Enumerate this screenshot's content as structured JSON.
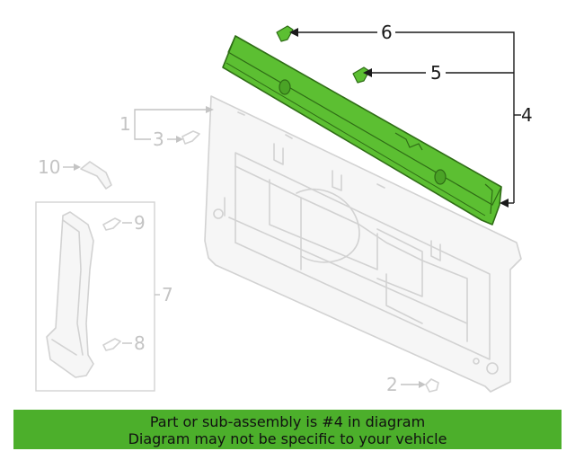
{
  "diagram": {
    "callouts": {
      "c1": "1",
      "c2": "2",
      "c3": "3",
      "c4": "4",
      "c5": "5",
      "c6": "6",
      "c7": "7",
      "c8": "8",
      "c9": "9",
      "c10": "10"
    },
    "highlight_color": "#5cbf32",
    "banner_color": "#4caf2b"
  },
  "banner": {
    "line1": "Part or sub-assembly is #4 in diagram",
    "line2": "Diagram may not be specific to your vehicle"
  }
}
